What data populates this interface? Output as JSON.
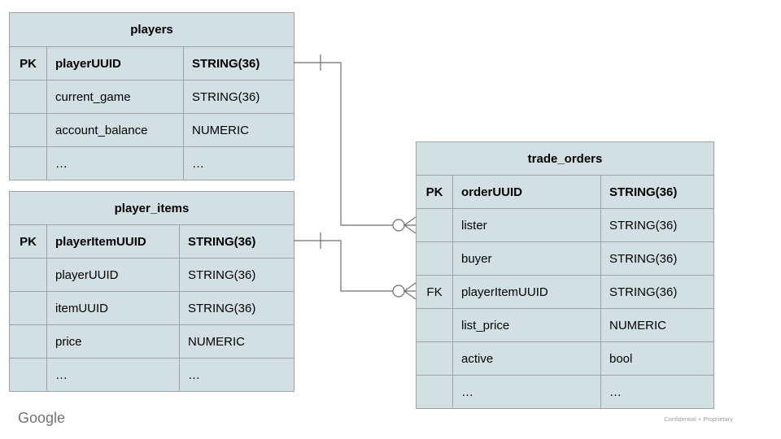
{
  "branding": {
    "logo_text": "Google",
    "footer_note": "Confidential + Proprietary"
  },
  "colors": {
    "table_fill": "#d3e0e3",
    "table_border": "#9aa4a6",
    "connector_line": "#6e6e6e",
    "logo_gray": "#737373",
    "footer_gray": "#9e9e9e",
    "text": "#000000",
    "background": "#ffffff"
  },
  "tables": {
    "players": {
      "title": "players",
      "rows": [
        {
          "key": "PK",
          "name": "playerUUID",
          "type": "STRING(36)"
        },
        {
          "key": "",
          "name": "current_game",
          "type": "STRING(36)"
        },
        {
          "key": "",
          "name": "account_balance",
          "type": "NUMERIC"
        },
        {
          "key": "",
          "name": "…",
          "type": "…"
        }
      ]
    },
    "player_items": {
      "title": "player_items",
      "rows": [
        {
          "key": "PK",
          "name": "playerItemUUID",
          "type": "STRING(36)"
        },
        {
          "key": "",
          "name": "playerUUID",
          "type": "STRING(36)"
        },
        {
          "key": "",
          "name": "itemUUID",
          "type": "STRING(36)"
        },
        {
          "key": "",
          "name": "price",
          "type": "NUMERIC"
        },
        {
          "key": "",
          "name": "…",
          "type": "…"
        }
      ]
    },
    "trade_orders": {
      "title": "trade_orders",
      "rows": [
        {
          "key": "PK",
          "name": "orderUUID",
          "type": "STRING(36)"
        },
        {
          "key": "",
          "name": "lister",
          "type": "STRING(36)"
        },
        {
          "key": "",
          "name": "buyer",
          "type": "STRING(36)"
        },
        {
          "key": "FK",
          "name": "playerItemUUID",
          "type": "STRING(36)"
        },
        {
          "key": "",
          "name": "list_price",
          "type": "NUMERIC"
        },
        {
          "key": "",
          "name": "active",
          "type": "bool"
        },
        {
          "key": "",
          "name": "…",
          "type": "…"
        }
      ]
    }
  },
  "relationships": [
    {
      "from_table": "players",
      "from_field": "playerUUID",
      "to_table": "trade_orders",
      "to_field": "lister",
      "from_cardinality": "one",
      "to_cardinality": "zero-or-many"
    },
    {
      "from_table": "player_items",
      "from_field": "playerItemUUID",
      "to_table": "trade_orders",
      "to_field": "playerItemUUID",
      "from_cardinality": "one",
      "to_cardinality": "zero-or-many"
    }
  ]
}
